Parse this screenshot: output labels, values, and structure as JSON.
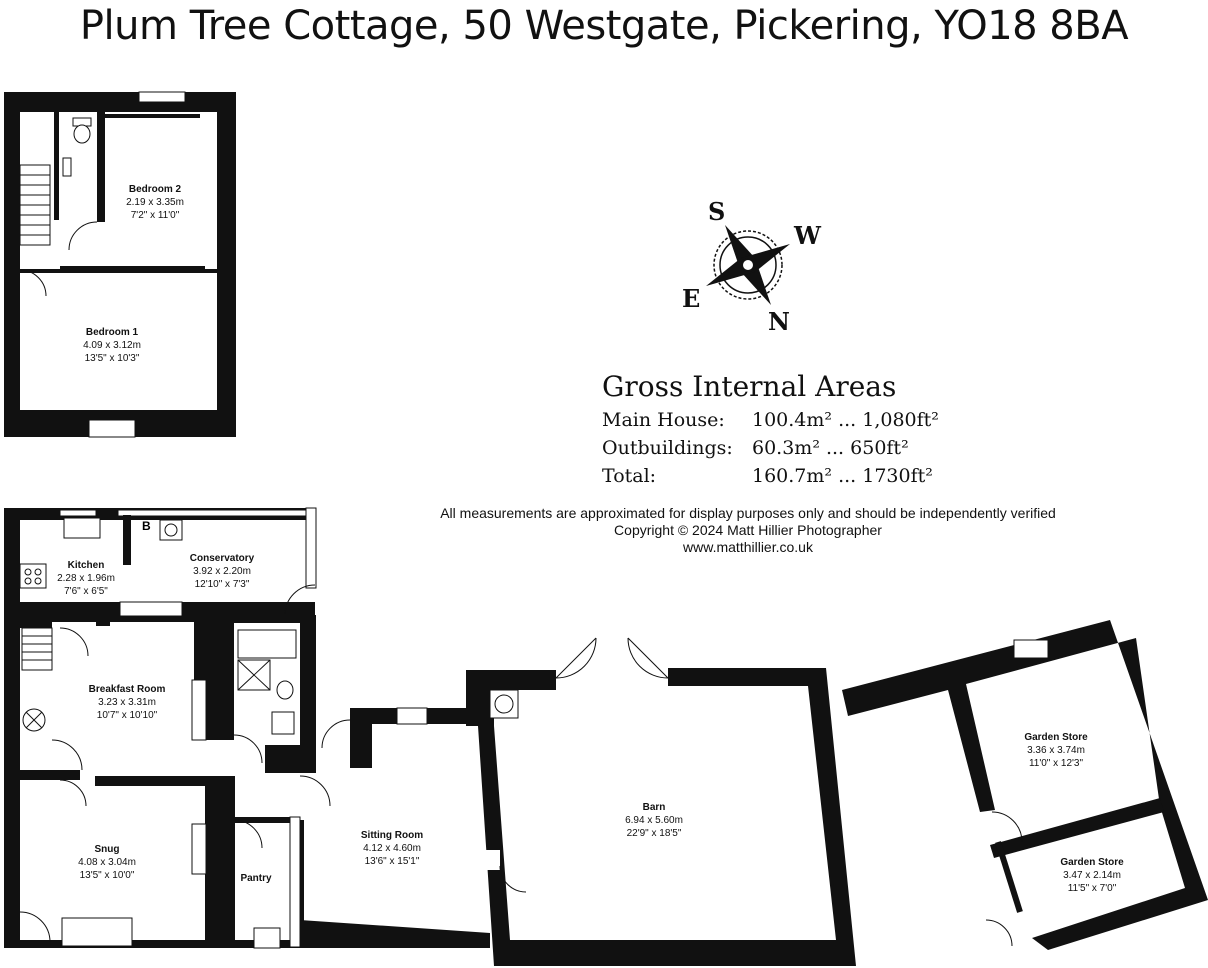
{
  "title": "Plum Tree Cottage, 50 Westgate, Pickering, YO18 8BA",
  "compass": {
    "s": "S",
    "w": "W",
    "e": "E",
    "n": "N"
  },
  "areas": {
    "heading": "Gross Internal Areas",
    "main_label": "Main House:",
    "main_value": "100.4m² ... 1,080ft²",
    "out_label": "Outbuildings:",
    "out_value": "60.3m² ... 650ft²",
    "total_label": "Total:",
    "total_value": "160.7m² ... 1730ft²"
  },
  "disclaimer": {
    "line1": "All measurements are approximated for display purposes only and should be independently verified",
    "line2": "Copyright © 2024 Matt Hillier Photographer",
    "line3": "www.matthillier.co.uk"
  },
  "rooms": {
    "bedroom2": {
      "name": "Bedroom 2",
      "metric": "2.19 x 3.35m",
      "imperial": "7'2\" x 11'0\""
    },
    "bedroom1": {
      "name": "Bedroom 1",
      "metric": "4.09 x 3.12m",
      "imperial": "13'5\" x 10'3\""
    },
    "kitchen": {
      "name": "Kitchen",
      "metric": "2.28 x 1.96m",
      "imperial": "7'6\" x 6'5\""
    },
    "conservatory": {
      "name": "Conservatory",
      "metric": "3.92 x 2.20m",
      "imperial": "12'10\" x 7'3\""
    },
    "breakfast": {
      "name": "Breakfast Room",
      "metric": "3.23 x 3.31m",
      "imperial": "10'7\" x 10'10\""
    },
    "snug": {
      "name": "Snug",
      "metric": "4.08 x 3.04m",
      "imperial": "13'5\" x 10'0\""
    },
    "pantry": {
      "name": "Pantry"
    },
    "sitting": {
      "name": "Sitting Room",
      "metric": "4.12 x 4.60m",
      "imperial": "13'6\" x 15'1\""
    },
    "barn": {
      "name": "Barn",
      "metric": "6.94 x 5.60m",
      "imperial": "22'9\" x 18'5\""
    },
    "garden1": {
      "name": "Garden Store",
      "metric": "3.36 x 3.74m",
      "imperial": "11'0\" x 12'3\""
    },
    "garden2": {
      "name": "Garden Store",
      "metric": "3.47 x 2.14m",
      "imperial": "11'5\" x 7'0\""
    },
    "boiler": {
      "name": "B"
    }
  }
}
